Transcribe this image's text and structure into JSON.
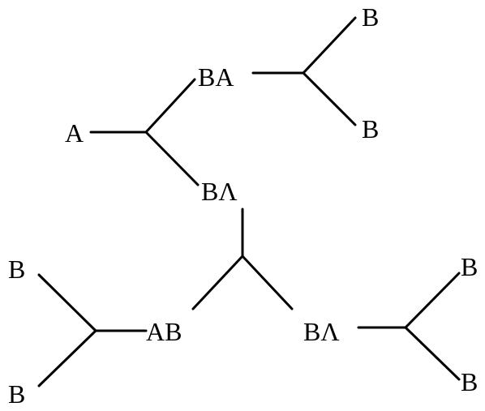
{
  "labels": {
    "b_top_right": "B",
    "ba_top": "BA",
    "b_mid_right": "B",
    "a_left": "A",
    "ba_center": "BΛ",
    "b_left_top": "B",
    "ab_left": "AB",
    "ba_right": "BΛ",
    "b_far_right_top": "B",
    "b_left_bottom": "B",
    "b_far_right_bottom": "B"
  },
  "colors": {
    "ink": "#000000",
    "background": "#ffffff"
  }
}
